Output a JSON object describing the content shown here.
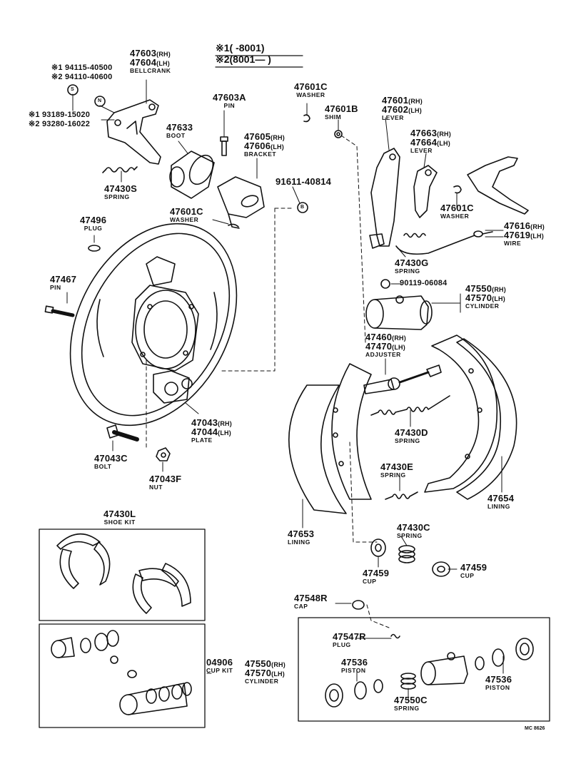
{
  "header": {
    "line1": "※1(      -8001)",
    "line2": "※2(8001—      )"
  },
  "parts": {
    "bellcrank": {
      "pn1": "47603",
      "s1": "(RH)",
      "pn2": "47604",
      "s2": "(LH)",
      "name": "BELLCRANK"
    },
    "bolt_alt": {
      "l1": "※1 94115-40500",
      "l2": "※2 94110-40600"
    },
    "screw_alt": {
      "l1": "※1 93189-15020",
      "l2": "※2 93280-16022"
    },
    "marker_s": "S",
    "marker_n": "N",
    "marker_b": "B",
    "pin_a": {
      "pn": "47603A",
      "name": "PIN"
    },
    "washer_c": {
      "pn": "47601C",
      "name": "WASHER"
    },
    "shim": {
      "pn": "47601B",
      "name": "SHIM"
    },
    "lever_a": {
      "pn1": "47601",
      "s1": "(RH)",
      "pn2": "47602",
      "s2": "(LH)",
      "name": "LEVER"
    },
    "boot": {
      "pn": "47633",
      "name": "BOOT"
    },
    "bracket": {
      "pn1": "47605",
      "s1": "(RH)",
      "pn2": "47606",
      "s2": "(LH)",
      "name": "BRACKET"
    },
    "lever_b": {
      "pn1": "47663",
      "s1": "(RH)",
      "pn2": "47664",
      "s2": "(LH)",
      "name": "LEVER"
    },
    "washer_b": {
      "pn": "91611-40814"
    },
    "spring_s": {
      "pn": "47430S",
      "name": "SPRING"
    },
    "washer_c2": {
      "pn": "47601C",
      "name": "WASHER"
    },
    "washer_c3": {
      "pn": "47601C",
      "name": "WASHER"
    },
    "wire": {
      "pn1": "47616",
      "s1": "(RH)",
      "pn2": "47619",
      "s2": "(LH)",
      "name": "WIRE"
    },
    "plug": {
      "pn": "47496",
      "name": "PLUG"
    },
    "spring_g": {
      "pn": "47430G",
      "name": "SPRING"
    },
    "bleeder": {
      "pn": "90119-06084"
    },
    "pin": {
      "pn": "47467",
      "name": "PIN"
    },
    "cylinder": {
      "pn1": "47550",
      "s1": "(RH)",
      "pn2": "47570",
      "s2": "(LH)",
      "name": "CYLINDER"
    },
    "adjuster": {
      "pn1": "47460",
      "s1": "(RH)",
      "pn2": "47470",
      "s2": "(LH)",
      "name": "ADJUSTER"
    },
    "spring_d": {
      "pn": "47430D",
      "name": "SPRING"
    },
    "plate": {
      "pn1": "47043",
      "s1": "(RH)",
      "pn2": "47044",
      "s2": "(LH)",
      "name": "PLATE"
    },
    "bolt": {
      "pn": "47043C",
      "name": "BOLT"
    },
    "nut": {
      "pn": "47043F",
      "name": "NUT"
    },
    "spring_e": {
      "pn": "47430E",
      "name": "SPRING"
    },
    "lining_r": {
      "pn": "47654",
      "name": "LINING"
    },
    "shoe_kit": {
      "pn": "47430L",
      "name": "SHOE KIT"
    },
    "lining_l": {
      "pn": "47653",
      "name": "LINING"
    },
    "spring_c": {
      "pn": "47430C",
      "name": "SPRING"
    },
    "cup_l": {
      "pn": "47459",
      "name": "CUP"
    },
    "cup_r": {
      "pn": "47459",
      "name": "CUP"
    },
    "cap": {
      "pn": "47548R",
      "name": "CAP"
    },
    "cup_kit": {
      "pn": "04906",
      "name": "CUP KIT"
    },
    "cylinder2": {
      "pn1": "47550",
      "s1": "(RH)",
      "pn2": "47570",
      "s2": "(LH)",
      "name": "CYLINDER"
    },
    "plug2": {
      "pn": "47547R",
      "name": "PLUG"
    },
    "piston_l": {
      "pn": "47536",
      "name": "PISTON"
    },
    "piston_r": {
      "pn": "47536",
      "name": "PISTON"
    },
    "spring_c2": {
      "pn": "47550C",
      "name": "SPRING"
    }
  },
  "footer": {
    "code": "MC 8626"
  }
}
